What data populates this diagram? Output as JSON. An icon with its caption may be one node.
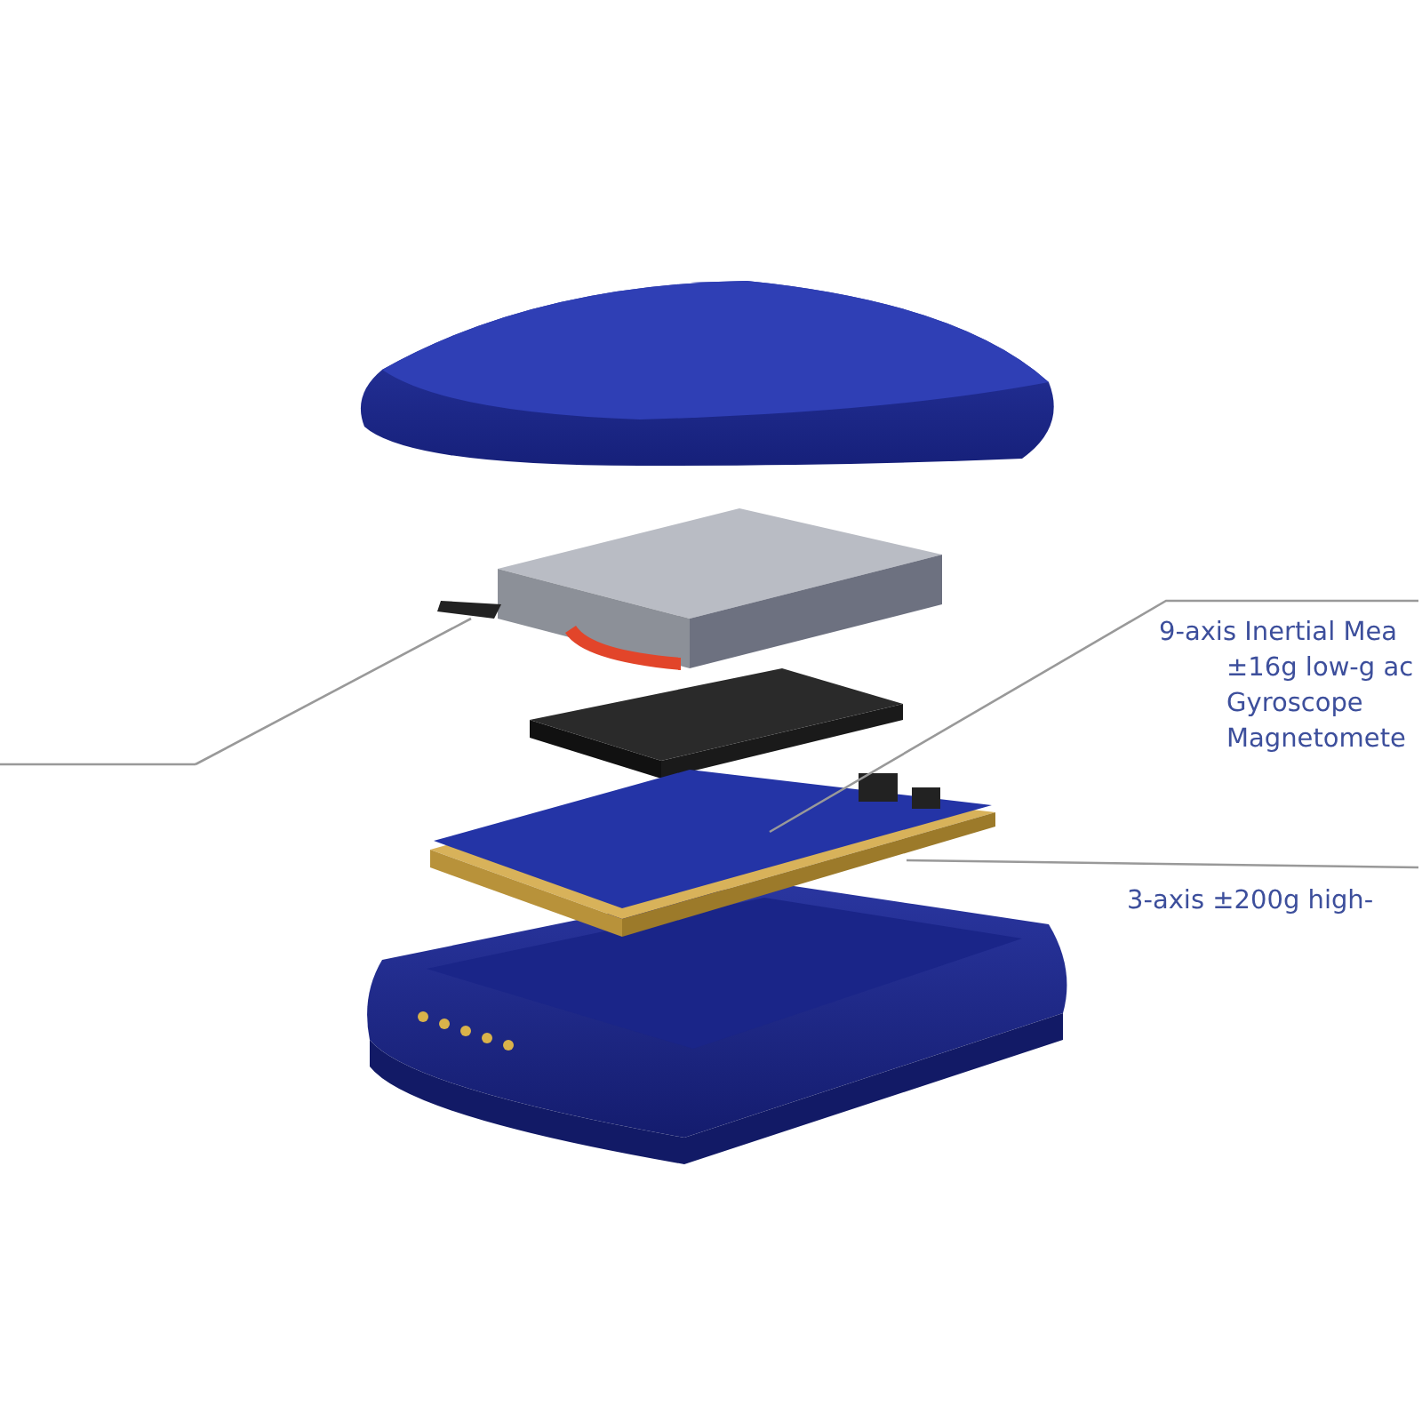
{
  "diagram": {
    "nodes": [
      {
        "text": [
          "9-axis Inertial Mea",
          "±16g low-g ac",
          "Gyroscope",
          "Magnetomete"
        ]
      },
      {
        "text": [
          "3-axis  ±200g high-"
        ]
      },
      {
        "text": [],
        "shape": "picture"
      },
      {
        "text": [],
        "shape": "picture"
      }
    ],
    "edges": [
      {
        "from": 0,
        "to": 3,
        "arrow": "none"
      },
      {
        "from": 1,
        "to": 3,
        "arrow": "none"
      },
      {
        "from": null,
        "to": 2,
        "arrow": "none"
      }
    ]
  }
}
